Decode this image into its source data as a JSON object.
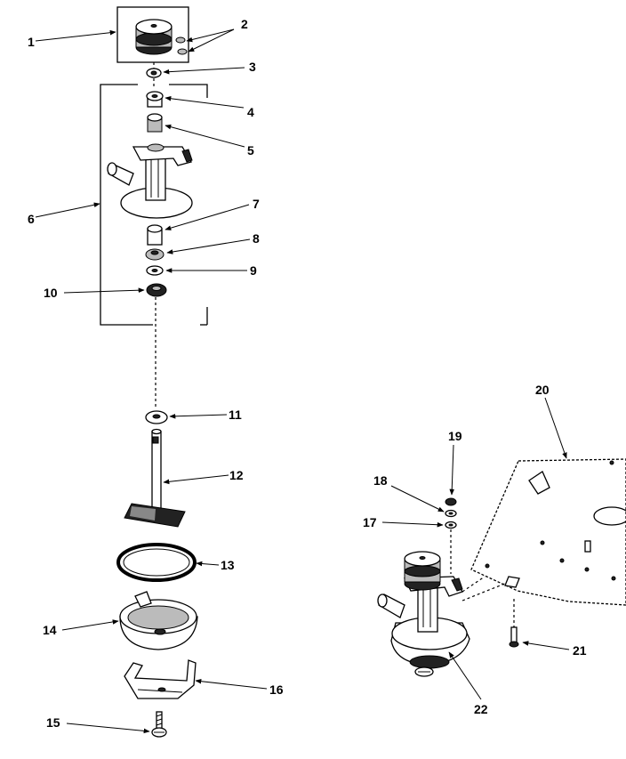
{
  "labels": {
    "p1": "1",
    "p2": "2",
    "p3": "3",
    "p4": "4",
    "p5": "5",
    "p6": "6",
    "p7": "7",
    "p8": "8",
    "p9": "9",
    "p10": "10",
    "p11": "11",
    "p12": "12",
    "p13": "13",
    "p14": "14",
    "p15": "15",
    "p16": "16",
    "p17": "17",
    "p18": "18",
    "p19": "19",
    "p20": "20",
    "p21": "21",
    "p22": "22"
  }
}
